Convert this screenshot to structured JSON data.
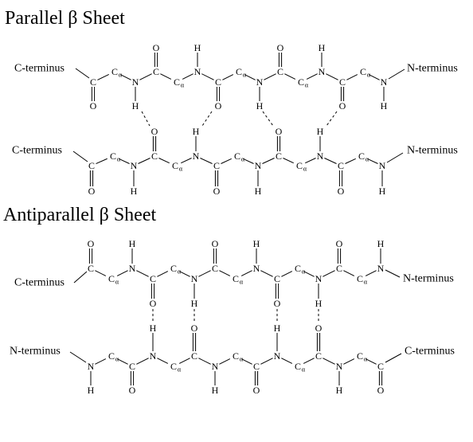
{
  "parallel": {
    "title": "Parallel β  Sheet"
  },
  "antiparallel": {
    "title": "Antiparallel β  Sheet"
  },
  "labels": {
    "c_terminus": "C-terminus",
    "n_terminus": "N-terminus",
    "carbon": "C",
    "nitrogen": "N",
    "oxygen": "O",
    "hydrogen": "H",
    "alpha": "α"
  }
}
